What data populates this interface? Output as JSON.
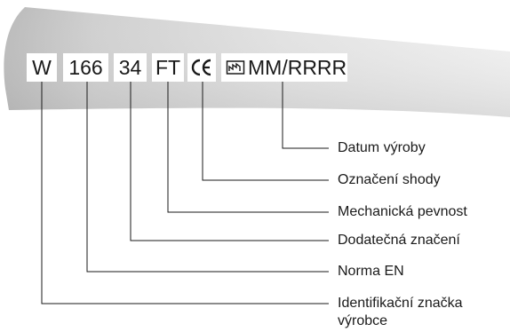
{
  "diagram": {
    "marking_segments": [
      {
        "id": "manufacturer",
        "text": "W"
      },
      {
        "id": "standard",
        "text": "166"
      },
      {
        "id": "additional",
        "text": "34"
      },
      {
        "id": "mechanical",
        "text": "FT"
      },
      {
        "id": "conformity",
        "text": "",
        "icon": "ce-mark-icon"
      },
      {
        "id": "date",
        "text": "MM/RRRR",
        "icon": "factory-date-icon"
      }
    ],
    "labels": {
      "date": "Datum výroby",
      "conformity": "Označení shody",
      "mechanical": "Mechanická pevnost",
      "additional": "Dodatečná značení",
      "standard": "Norma EN",
      "manufacturer": "Identifikační značka výrobce"
    },
    "colors": {
      "band_light": "#e9e9e9",
      "band_dark": "#bdbdbd",
      "line": "#1a1a1a",
      "text": "#1a1a1a"
    }
  }
}
